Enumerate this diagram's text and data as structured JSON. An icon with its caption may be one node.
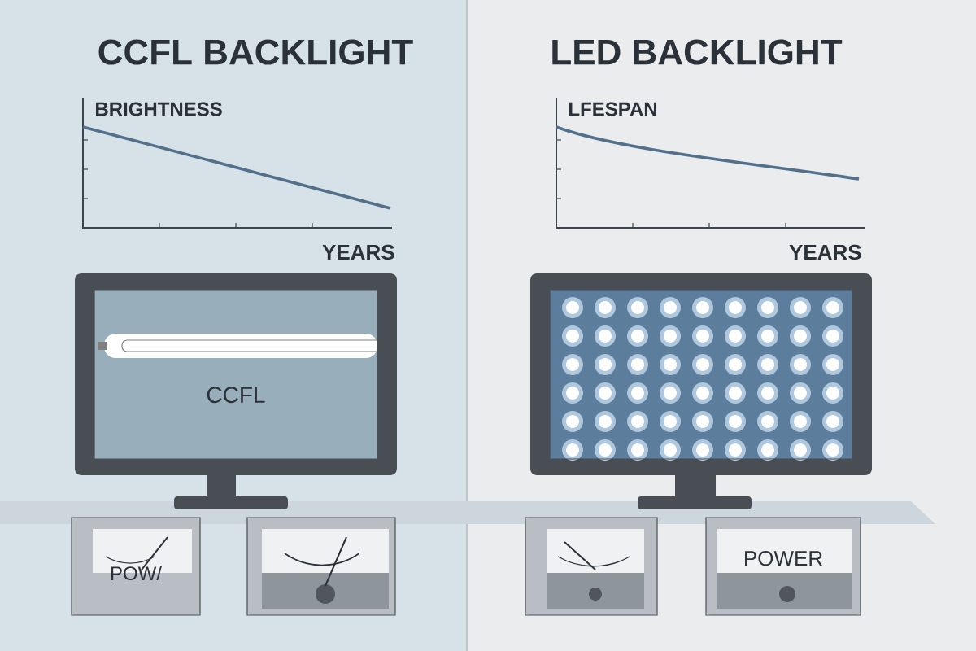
{
  "diagram": {
    "nodes": [
      {
        "text": [
          "CCFL"
        ]
      },
      {
        "text": [],
        "shape": "box"
      },
      {
        "text": [
          "POW/"
        ]
      },
      {
        "text": [],
        "shape": "box"
      },
      {
        "text": [],
        "shape": "box"
      },
      {
        "text": [
          "POWER"
        ]
      }
    ],
    "edges": [],
    "labels": [
      "CCFL BACKLIGHT",
      "LED BACKLIGHT",
      "BRIGHTNESS",
      "LFESPAN",
      "YEARS",
      "YEARS"
    ]
  }
}
